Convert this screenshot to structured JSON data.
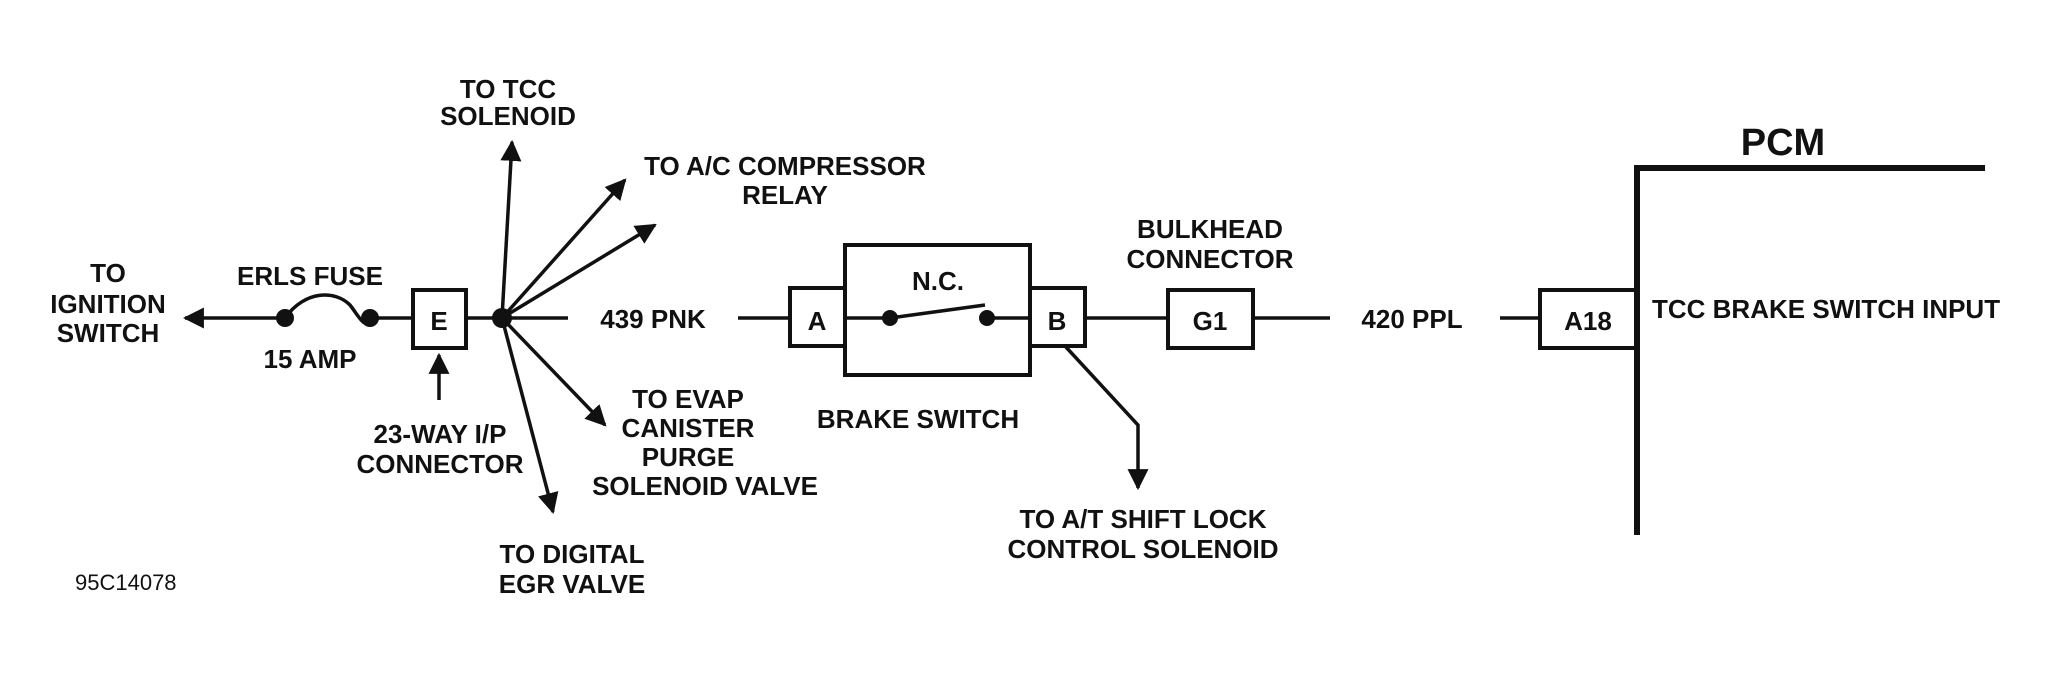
{
  "labels": {
    "to_ignition_1": "TO",
    "to_ignition_2": "IGNITION",
    "to_ignition_3": "SWITCH",
    "fuse_name": "ERLS FUSE",
    "fuse_rating": "15 AMP",
    "conn_e": "E",
    "ip_connector_1": "23-WAY I/P",
    "ip_connector_2": "CONNECTOR",
    "tcc_solenoid_1": "TO TCC",
    "tcc_solenoid_2": "SOLENOID",
    "ac_relay_1": "TO A/C COMPRESSOR",
    "ac_relay_2": "RELAY",
    "evap_1": "TO EVAP",
    "evap_2": "CANISTER",
    "evap_3": "PURGE",
    "evap_4": "SOLENOID VALVE",
    "egr_1": "TO DIGITAL",
    "egr_2": "EGR VALVE",
    "wire_439": "439 PNK",
    "pin_a": "A",
    "pin_b": "B",
    "nc": "N.C.",
    "brake_switch": "BRAKE SWITCH",
    "shift_lock_1": "TO A/T SHIFT LOCK",
    "shift_lock_2": "CONTROL SOLENOID",
    "bulkhead_1": "BULKHEAD",
    "bulkhead_2": "CONNECTOR",
    "conn_g1": "G1",
    "wire_420": "420 PPL",
    "pin_a18": "A18",
    "pcm": "PCM",
    "tcc_input": "TCC BRAKE SWITCH INPUT",
    "figure_id": "95C14078"
  }
}
